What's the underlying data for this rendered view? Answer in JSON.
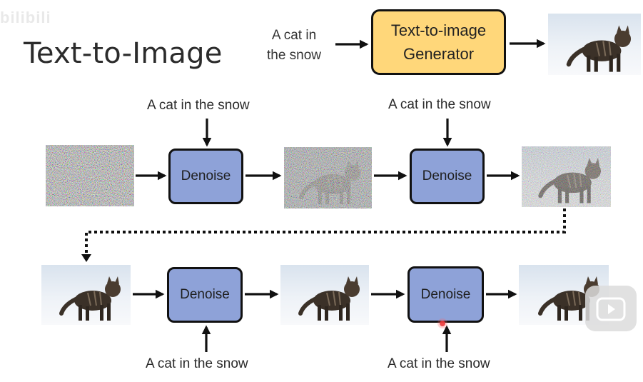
{
  "title": "Text-to-Image",
  "watermark": "bilibili",
  "top_prompt": [
    "A cat in",
    "the snow"
  ],
  "generator_label": [
    "Text-to-image",
    "Generator"
  ],
  "denoise_label": "Denoise",
  "prompt_caption": "A cat in the snow",
  "colors": {
    "generator_fill": "#ffd77a",
    "denoise_fill": "#8ea2d8",
    "border": "#111111"
  },
  "icons": {
    "play": "play-icon"
  }
}
